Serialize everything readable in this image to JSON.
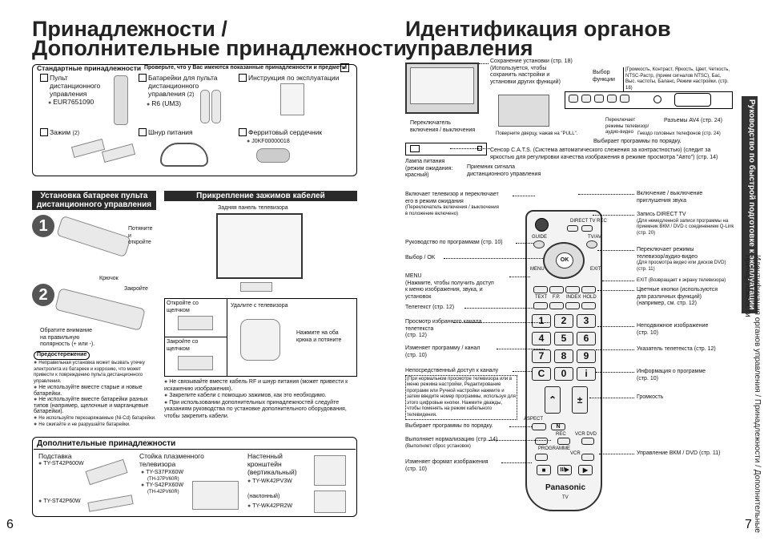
{
  "left": {
    "title_line1": "Принадлежности /",
    "title_line2": "Дополнительные принадлежности",
    "std_label": "Стандартные принадлежности",
    "check_note": "Проверьте, что у Вас имеются показанные принадлежности и предметы",
    "items": {
      "remote_1": "Пульт",
      "remote_2": "дистанционного",
      "remote_3": "управления",
      "remote_code": "EUR7651090",
      "batt_1": "Батарейки для пульта",
      "batt_2": "дистанционного",
      "batt_3": "управления",
      "batt_qty": "(2)",
      "batt_code": "R6 (UM3)",
      "manual": "Инструкция по эксплуатации",
      "clamp": "Зажим",
      "clamp_qty": "(2)",
      "cord": "Шнур питания",
      "ferrite": "Ферритовый сердечник",
      "ferrite_code": "J0KF00000018"
    },
    "battery_section": {
      "title_1": "Установка батареек пульта",
      "title_2": "дистанционного управления",
      "step1": "1",
      "step2": "2",
      "pull_1": "Потяните",
      "pull_2": "и",
      "pull_3": "откройте",
      "hook": "Крючок",
      "close": "Закройте",
      "polarity_1": "Обратите внимание",
      "polarity_2": "на правильную",
      "polarity_3": "полярность (+ или -).",
      "caution": "Предостережение",
      "c1": "Неправильная установка может вызвать утечку электролита из батареек и коррозию, что может привести к повреждению пульта дистанционного управления.",
      "c2": "Не используйте вместе старые и новые батарейки.",
      "c3": "Не используйте вместе батарейки разных типов (например, щелочные и марганцевые батарейки).",
      "c4": "Не используйте перезаряжаемые (Ni-Cd) батарейки.",
      "c5": "Не сжигайте и не разрушайте батарейки."
    },
    "clamp_section": {
      "title": "Прикрепление зажимов кабелей",
      "rear": "Задняя панель телевизора",
      "open": "Откройте со щелчком",
      "remove": "Удалите с телевизора",
      "close": "Закройте со щелчком",
      "press": "Нажмите на оба крюка и потяните",
      "n1": "Не связывайте вместе кабель RF и шнур питания (может привести к искажению изображения).",
      "n2": "Закрепите кабели с помощью зажимов, как это необходимо.",
      "n3": "При использовании дополнительных принадлежностей следуйте указаниям руководства по установке дополнительного оборудования, чтобы закрепить кабели."
    },
    "optional": {
      "title": "Дополнительные принадлежности",
      "stand": "Подставка",
      "stand1": "TY-ST42P600W",
      "stand2": "TY-ST42P60W",
      "pstand_1": "Стойка плазменного",
      "pstand_2": "телевизора",
      "ps1": "TY-S37PX60W",
      "ps1b": "(TH-37PV60R)",
      "ps2": "TY-S42PX60W",
      "ps2b": "(TH-42PV60R)",
      "wall_1": "Настенный",
      "wall_2": "кронштейн",
      "wall_3": "(вертикальный)",
      "wall1": "TY-WK42PV3W",
      "tilt": "(наклонный)",
      "wall2": "TY-WK42PR2W"
    },
    "page": "6"
  },
  "right": {
    "title_line1": "Идентификация органов",
    "title_line2": "управления",
    "tv": {
      "save_1": "Сохранение установки (стр. 18)",
      "save_2": "(Используется, чтобы",
      "save_3": "сохранить настройки и",
      "save_4": "установки других функций)",
      "func_1": "Выбор",
      "func_2": "функции",
      "func_desc": "[Громкость, Контраст, Яркость, Цвет, Четкость, NTSC-Растр, (прием сигналов NTSC), Бас, Выс. частоты, Баланс, Режим настройки. (стр. 18)",
      "power_sw_1": "Переключатель",
      "power_sw_2": "включения / выключения",
      "door": "Поверните дверцу, нажав на \"PULL\".",
      "modesw_1": "Переключает",
      "modesw_2": "режимы телевизор/",
      "modesw_3": "аудио-видео",
      "headphones": "Гнездо головных телефонов (стр. 24)",
      "av4": "Разъемы AV4 (стр. 24)",
      "prog": "Выбирает программы по порядку.",
      "cats_1": "Сенсор C.A.T.S. (Система автоматического слежения за контрастностью) (следит за",
      "cats_2": "яркостью для регулировки качества изображения в режиме просмотра \"Авто\") (стр. 14)",
      "lamp_1": "Лампа питания",
      "lamp_2": "(режим ожидания:",
      "lamp_3": "красный)",
      "ir_1": "Приемник сигнала",
      "ir_2": "дистанционного управления"
    },
    "remote_left": {
      "l1a": "Включает телевизор и переключает",
      "l1b": "его в режим ожидания",
      "l1c": "(Переключатель включения / выключения",
      "l1d": "в положение включено)",
      "l2": "Руководство по программам (стр. 10)",
      "l3": "Выбор / OK",
      "l4a": "MENU",
      "l4b": "(Нажмите, чтобы получить доступ",
      "l4c": "к меню изображения, звука, и",
      "l4d": "установок",
      "l5": "Телетекст (стр. 12)",
      "l6a": "Просмотр избранного канала",
      "l6b": "телетекста",
      "l6c": "(стр. 12)",
      "l7a": "Изменяет программу / канал",
      "l7b": "(стр. 10)",
      "l8a": "Непосредственный доступ к каналу",
      "l8b": "(При нормальном просмотре телевизора или в меню режима настройки, Редактирование программ или Ручной настройки нажмите и затем введите номер программы, используя для этого цифровые кнопки. Нажмите дважды, чтобы поменять на режим кабельного телевидения.",
      "l9": "Выбирает программы по порядку.",
      "l10a": "Выполняет нормализацию (стр. 14)",
      "l10b": "(Выполняет сброс установок)",
      "l11a": "Изменяет формат изображения",
      "l11b": "(стр. 10)"
    },
    "remote_right": {
      "r1a": "Включение / выключение",
      "r1b": "приглушения звука",
      "r2a": "Запись DIRECT TV",
      "r2b": "(Для немедленной записи программы на приемник ВКМ / DVD с соединением Q-Link",
      "r2c": "(стр. 20)",
      "r3a": "Переключает режимы",
      "r3b": "телевизор/аудио-видео",
      "r3c": "(Для просмотра видео или дисков DVD) (стр. 11)",
      "r4": "EXIT (Возвращает к экрану телевизора)",
      "r5a": "Цветные кнопки (используются",
      "r5b": "для различных функций)",
      "r5c": "(например, см. стр. 12)",
      "r6a": "Неподвижное изображение",
      "r6b": "(стр. 10)",
      "r7": "Указатель телетекста (стр. 12)",
      "r8a": "Информация о программе",
      "r8b": "(стр. 10)",
      "r9": "Громкость",
      "r10": "Управление ВКМ / DVD (стр. 11)"
    },
    "remote": {
      "direct_tv": "DIRECT TV REC",
      "guide": "GUIDE",
      "tvav": "TV/AV",
      "ok": "OK",
      "menu": "MENU",
      "exit": "EXIT",
      "text": "TEXT",
      "fp": "F.P.",
      "index": "INDEX",
      "hold": "HOLD",
      "n": "N",
      "aspect": "ASPECT",
      "rec": "REC",
      "vcrdvd": "VCR DVD",
      "programme": "PROGRAMME",
      "vcr": "VCR",
      "brand": "Panasonic",
      "tv": "TV",
      "keys": [
        "1",
        "2",
        "3",
        "4",
        "5",
        "6",
        "7",
        "8",
        "9",
        "C",
        "0",
        "i"
      ]
    },
    "side_1": "Руководство по быстрой подготовке к эксплуатации",
    "side_2": "Идентификация органов управления / Принадлежности / Дополнительные принадлежности",
    "page": "7"
  }
}
